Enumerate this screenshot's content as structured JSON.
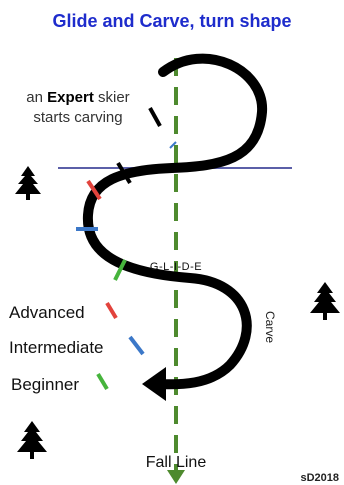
{
  "title": "Glide and Carve, turn shape",
  "expert_label": {
    "prefix": "an ",
    "bold": "Expert",
    "suffix": " skier",
    "line2": "starts carving"
  },
  "glide_label": "G-L-I-D-E",
  "carve_label": "Carve",
  "legend": [
    {
      "label": "Advanced",
      "color": "#e2433c"
    },
    {
      "label": "Intermediate",
      "color": "#3c78c8"
    },
    {
      "label": "Beginner",
      "color": "#46b43c"
    }
  ],
  "fall_line_label": "Fall Line",
  "credit": "sD2018",
  "colors": {
    "title": "#1e2ccc",
    "path": "#000000",
    "fall_line": "#4e8a2e",
    "horizon": "#5b5fa8",
    "tree": "#000000"
  }
}
